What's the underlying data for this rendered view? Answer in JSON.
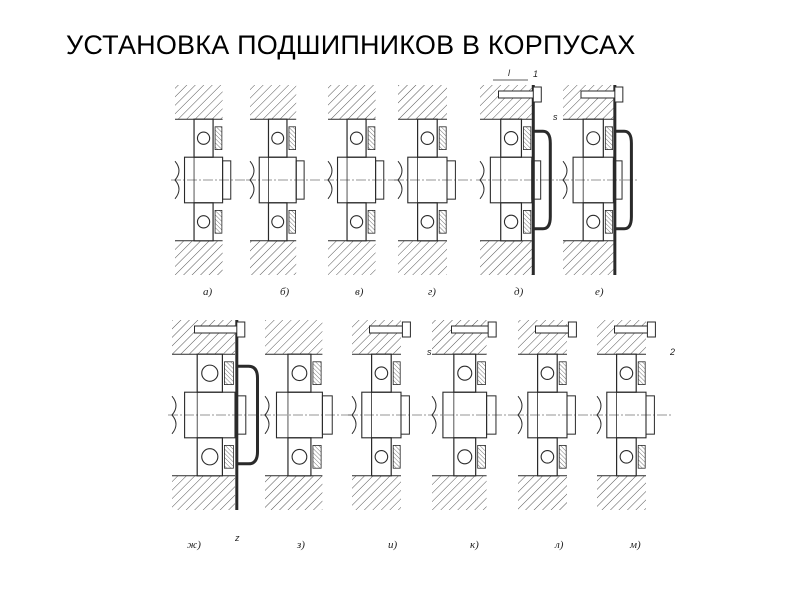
{
  "slide": {
    "title": "УСТАНОВКА ПОДШИПНИКОВ В КОРПУСАХ"
  },
  "figure": {
    "top_row_labels": [
      "а)",
      "б)",
      "в)",
      "г)",
      "д)",
      "е)"
    ],
    "bottom_row_labels": [
      "ж)",
      "з)",
      "и)",
      "к)",
      "л)",
      "м)"
    ],
    "callouts": {
      "dim_l": "l",
      "part_1": "1",
      "gap_s_top": "s",
      "gap_s_bottom": "s",
      "part_2": "2",
      "gap_z": "z"
    },
    "colors": {
      "ink": "#2a2a2a",
      "hatch": "#555555"
    }
  }
}
